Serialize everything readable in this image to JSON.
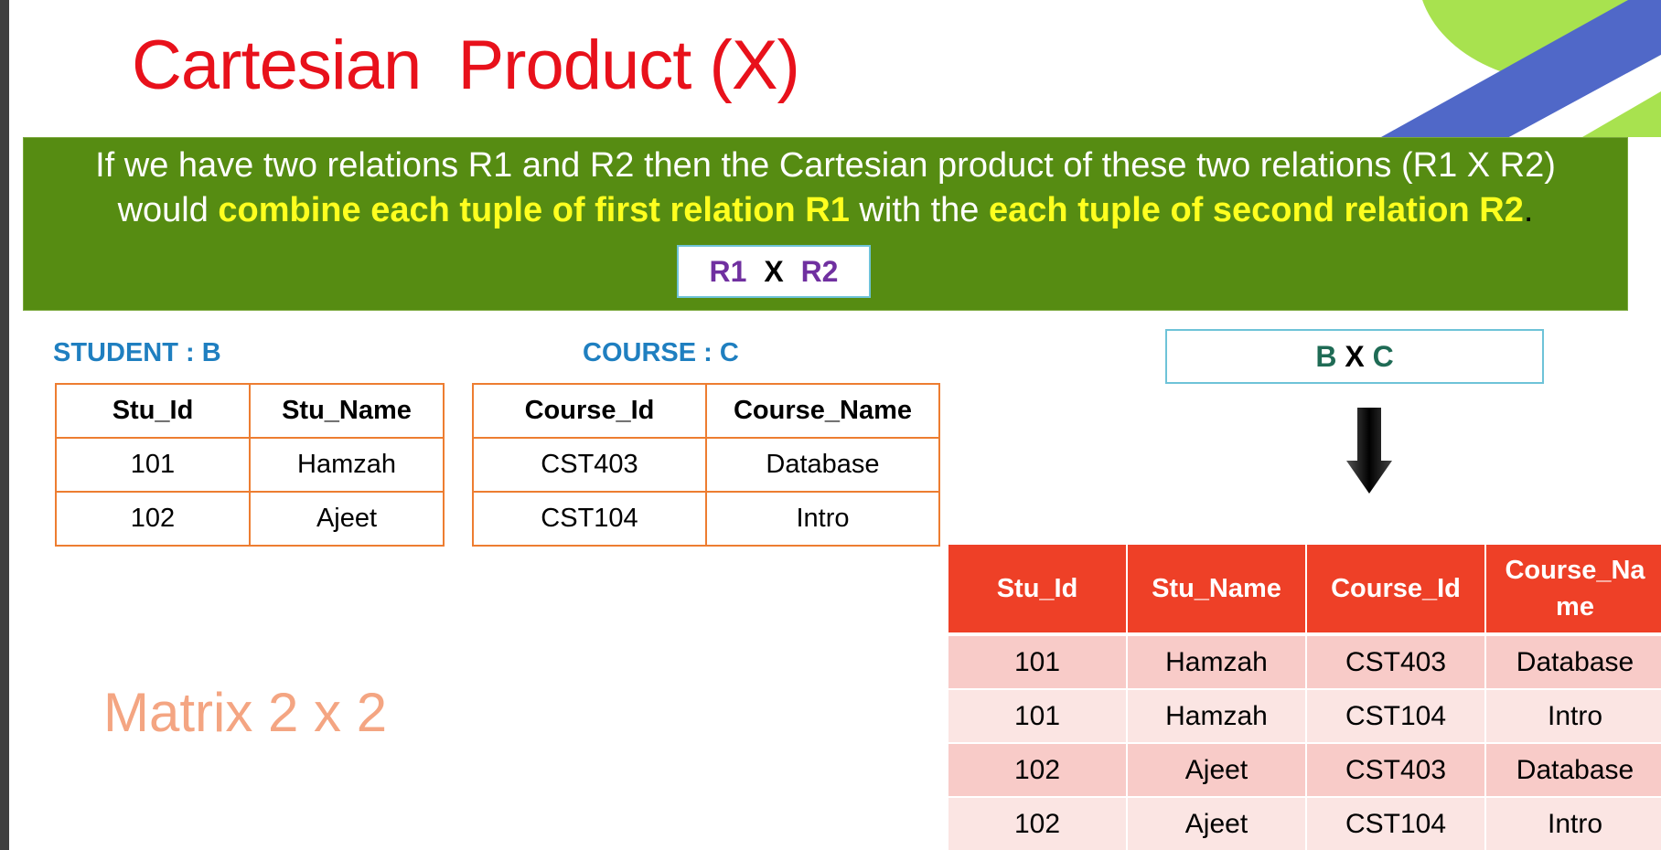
{
  "slide": {
    "title": "Cartesian  Product (X)",
    "definition": {
      "part1": "If we have  two relations R1 and R2 then the Cartesian product of these two relations (R1 X R2)",
      "part2_prefix": "would ",
      "highlight1": "combine each tuple of first relation R1",
      "middle": " with the ",
      "highlight2": "each tuple of second relation R2",
      "end": "."
    },
    "formula": {
      "left": "R1",
      "op": "X",
      "right": "R2"
    },
    "student": {
      "label": "STUDENT : B",
      "headers": [
        "Stu_Id",
        "Stu_Name"
      ],
      "rows": [
        [
          "101",
          "Hamzah"
        ],
        [
          "102",
          "Ajeet"
        ]
      ]
    },
    "course": {
      "label": "COURSE : C",
      "headers": [
        "Course_Id",
        "Course_Name"
      ],
      "rows": [
        [
          "CST403",
          "Database"
        ],
        [
          "CST104",
          "Intro"
        ]
      ]
    },
    "product_label": {
      "left": "B",
      "op": "X",
      "right": "C"
    },
    "result": {
      "headers": [
        "Stu_Id",
        "Stu_Name",
        "Course_Id",
        "Course_Name"
      ],
      "rows": [
        [
          "101",
          "Hamzah",
          "CST403",
          "Database"
        ],
        [
          "101",
          "Hamzah",
          "CST104",
          "Intro"
        ],
        [
          "102",
          "Ajeet",
          "CST403",
          "Database"
        ],
        [
          "102",
          "Ajeet",
          "CST104",
          "Intro"
        ]
      ]
    },
    "matrix_note": "Matrix 2 x 2",
    "colors": {
      "title": "#e8111b",
      "banner": "#568c12",
      "highlight": "#ffff1f",
      "table_border": "#ed7d31",
      "result_header": "#ee4027",
      "label_blue": "#1f7fc0"
    },
    "icons": [
      "down-arrow-icon"
    ]
  }
}
